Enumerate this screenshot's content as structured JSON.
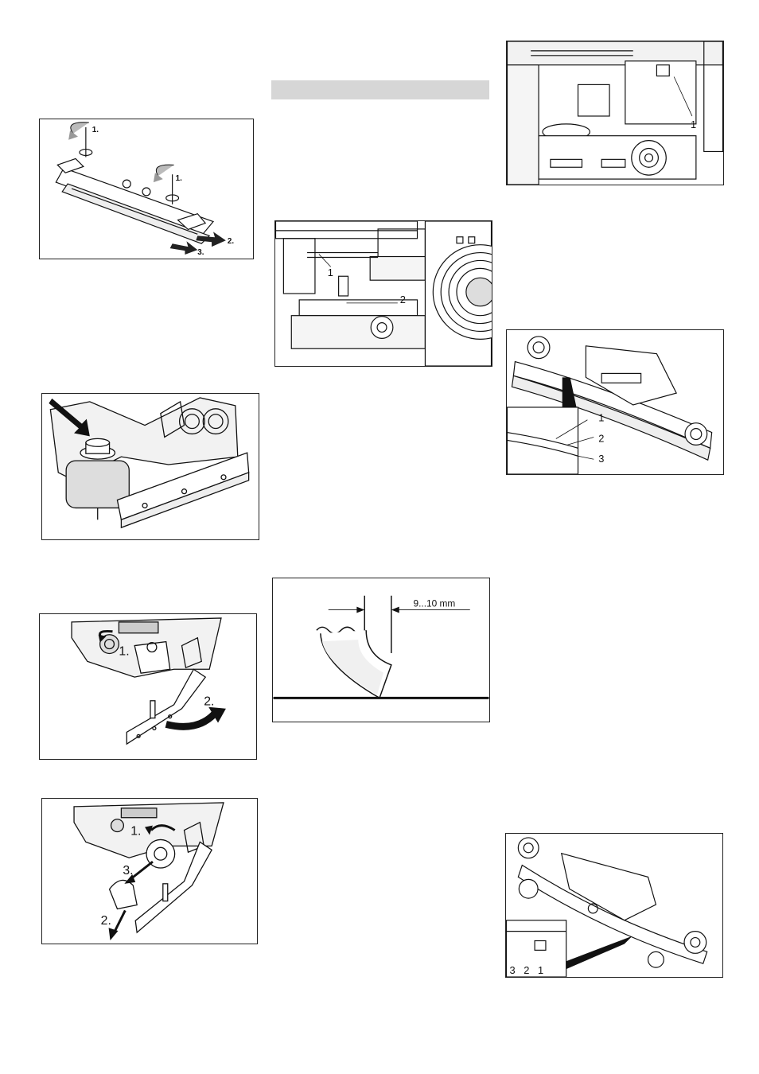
{
  "colors": {
    "line": "#111111",
    "fill_gray": "#d9d9d9",
    "header_bar": "#d6d6d6"
  },
  "fig_squeegee_blade": {
    "step1a": "1.",
    "step1b": "1.",
    "step2": "2.",
    "step3": "3."
  },
  "fig_squeegee_knob": {},
  "fig_brush_cover_open": {
    "step1": "1.",
    "step2": "2."
  },
  "fig_brush_remove": {
    "step1": "1.",
    "step2": "2.",
    "step3": "3."
  },
  "fig_side_view_mid": {
    "callout1": "1",
    "callout2": "2"
  },
  "fig_blade_deflection": {
    "dimension": "9...10 mm"
  },
  "fig_top_right": {
    "callout1": "1"
  },
  "fig_squeegee_front": {
    "callout1": "1",
    "callout2": "2",
    "callout3": "3"
  },
  "fig_squeegee_rear": {
    "callout3": "3",
    "callout2": "2",
    "callout1": "1"
  }
}
